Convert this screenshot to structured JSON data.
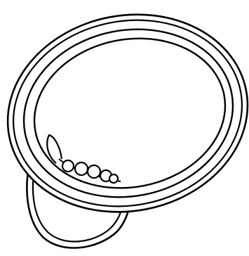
{
  "drawing": {
    "style": "black line art on white",
    "stroke_color": "#000000",
    "fill_color": "#ffffff",
    "components": [
      "outer-mirror-frame",
      "inner-mirror-frame",
      "mirror-glass",
      "handle-loop",
      "small-leaf",
      "bead-chain"
    ],
    "bead_count": 5
  }
}
